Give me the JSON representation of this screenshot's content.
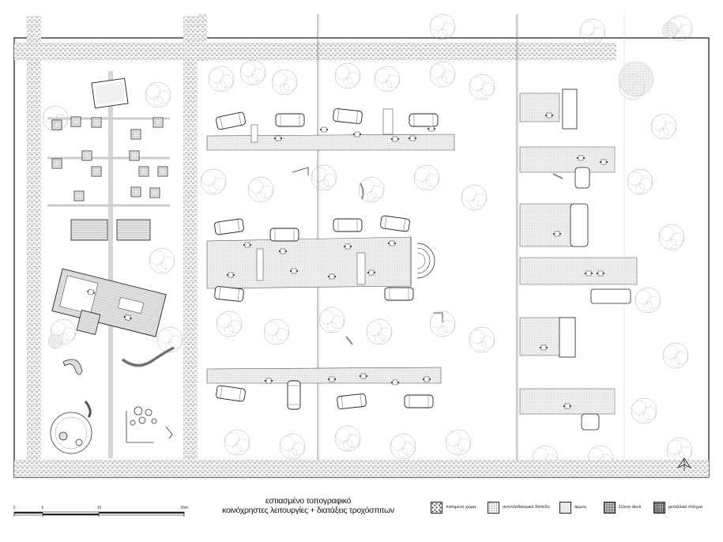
{
  "title": {
    "line1": "εστιασμένο τοπογραφικό",
    "line2": "κοινόχρηστες λειτουργίες + διατάξεις τροχόσπιτων"
  },
  "scale_bar": {
    "ticks": [
      {
        "label": "0",
        "pos": 0
      },
      {
        "label": "5",
        "pos": 5
      },
      {
        "label": "15",
        "pos": 15
      },
      {
        "label": "30m",
        "pos": 30
      }
    ],
    "max": 30
  },
  "legend": [
    {
      "label": "πατημένο χώμα",
      "pattern": "sw-packed"
    },
    {
      "label": "αντιπλαδαιομικό δάπεδο",
      "pattern": "sw-permeable"
    },
    {
      "label": "άμμος",
      "pattern": "sw-sand"
    },
    {
      "label": "ξύλινο deck",
      "pattern": "sw-deck"
    },
    {
      "label": "μεταλλικό πλέγμα",
      "pattern": "sw-grid"
    }
  ],
  "colors": {
    "line": "#333333",
    "paving": "#eeeeee",
    "tree": "#9a9a9a",
    "background": "#ffffff"
  },
  "icons": [
    "north-arrow-icon"
  ]
}
